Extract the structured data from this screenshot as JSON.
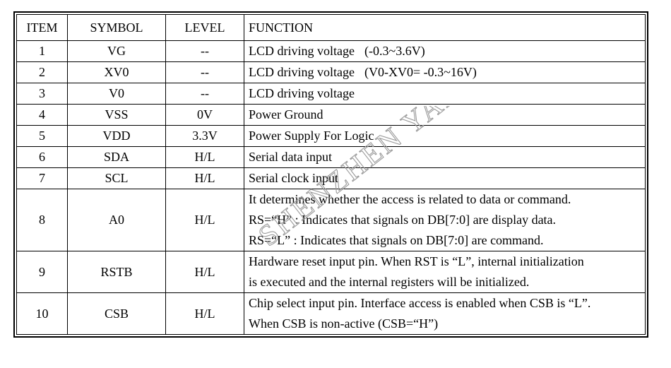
{
  "table": {
    "headers": [
      "ITEM",
      "SYMBOL",
      "LEVEL",
      "FUNCTION"
    ],
    "rows": [
      {
        "item": "1",
        "symbol": "VG",
        "level": "--",
        "function": [
          "LCD driving voltage"
        ],
        "note": "(-0.3~3.6V)"
      },
      {
        "item": "2",
        "symbol": "XV0",
        "level": "--",
        "function": [
          "LCD driving voltage"
        ],
        "note": "(V0-XV0= -0.3~16V)"
      },
      {
        "item": "3",
        "symbol": "V0",
        "level": "--",
        "function": [
          "LCD driving voltage"
        ],
        "note": ""
      },
      {
        "item": "4",
        "symbol": "VSS",
        "level": "0V",
        "function": [
          "Power Ground"
        ],
        "note": ""
      },
      {
        "item": "5",
        "symbol": "VDD",
        "level": "3.3V",
        "function": [
          "Power Supply For Logic"
        ],
        "note": ""
      },
      {
        "item": "6",
        "symbol": "SDA",
        "level": "H/L",
        "function": [
          "Serial data input"
        ],
        "note": ""
      },
      {
        "item": "7",
        "symbol": "SCL",
        "level": "H/L",
        "function": [
          "Serial clock input"
        ],
        "note": ""
      },
      {
        "item": "8",
        "symbol": "A0",
        "level": "H/L",
        "function": [
          "It determines whether the access is related to data or command.",
          "RS=“H” : Indicates that signals on DB[7:0] are display data.",
          "RS=“L” : Indicates that signals on DB[7:0] are command."
        ],
        "note": ""
      },
      {
        "item": "9",
        "symbol": "RSTB",
        "level": "H/L",
        "function": [
          "Hardware reset input pin. When RST is “L”, internal initialization",
          "is executed and the internal registers will be initialized."
        ],
        "note": ""
      },
      {
        "item": "10",
        "symbol": "CSB",
        "level": "H/L",
        "function": [
          "Chip select input pin. Interface access is enabled when CSB is “L”.",
          "When CSB is non-active (CSB=“H”)"
        ],
        "note": ""
      }
    ]
  },
  "watermark": {
    "text": "SHENZHEN YABIN",
    "color": "#9a9a9a"
  }
}
